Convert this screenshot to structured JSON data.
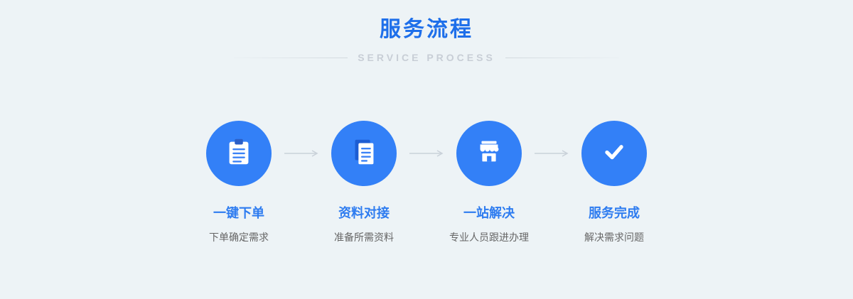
{
  "header": {
    "title": "服务流程",
    "subtitle": "SERVICE PROCESS"
  },
  "steps": [
    {
      "icon": "clipboard-icon",
      "title": "一键下单",
      "desc": "下单确定需求"
    },
    {
      "icon": "documents-icon",
      "title": "资料对接",
      "desc": "准备所需资料"
    },
    {
      "icon": "storefront-icon",
      "title": "一站解决",
      "desc": "专业人员跟进办理"
    },
    {
      "icon": "check-icon",
      "title": "服务完成",
      "desc": "解决需求问题"
    }
  ],
  "colors": {
    "title_blue": "#1e6fea",
    "step_title_blue": "#2e7cf0",
    "circle_blue": "#3380f7",
    "background": "#edf3f6",
    "divider_gray": "#d2d9de",
    "subtitle_gray": "#c8ced6",
    "desc_gray": "#666666",
    "arrow_gray": "#c9d1d9"
  }
}
